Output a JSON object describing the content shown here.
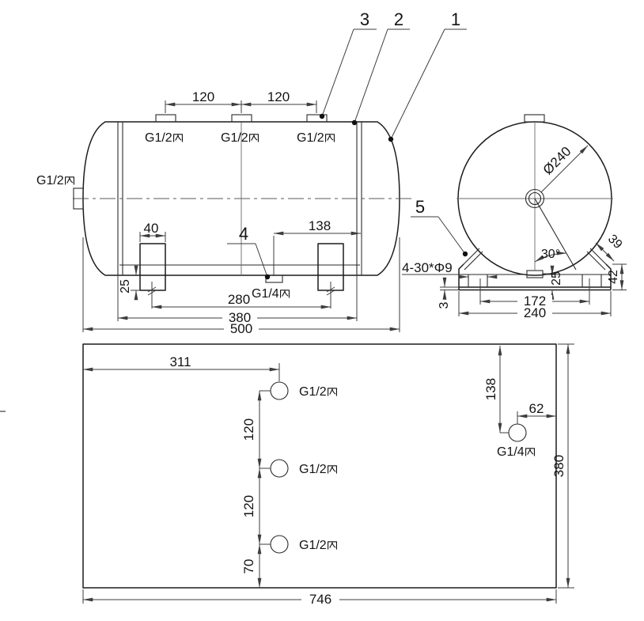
{
  "title": "horizontal-tank-engineering-drawing",
  "balloons": {
    "n1": "1",
    "n2": "2",
    "n3": "3",
    "n4": "4",
    "n5": "5"
  },
  "ports": {
    "g12_full": "G1/2内",
    "g14_full": "G1/4内",
    "g12_prefix": "G1/2",
    "g14_prefix": "G1/4",
    "cjk_suffix": "内"
  },
  "dims": {
    "side": {
      "nozzle_spacing_a": "120",
      "nozzle_spacing_b": "120",
      "leg_width": "40",
      "drain_offset": "138",
      "leg_drop": "25",
      "leg_span": "280",
      "shell_length": "380",
      "overall_length": "500"
    },
    "end": {
      "diameter": "Ø240",
      "angle": "30°",
      "strap_length": "39",
      "base_height": "42",
      "bottom_offset": "25",
      "hole_span": "172",
      "base_width": "240",
      "plate_thickness": "3",
      "slot_note": "4-30*Φ9"
    },
    "bottom": {
      "port_offset_x": "311",
      "port_pitch_a": "120",
      "port_pitch_b": "120",
      "edge_offset": "70",
      "drain_offset_y": "138",
      "drain_offset_x": "62",
      "plate_width": "380",
      "plate_length": "746"
    }
  }
}
